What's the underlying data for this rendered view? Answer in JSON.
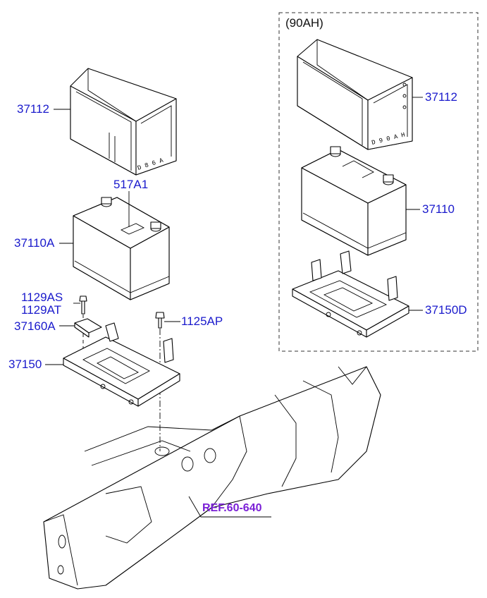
{
  "variant_box": {
    "title": "(90AH)"
  },
  "labels": {
    "cover_main": "37112",
    "terminal": "517A1",
    "battery_main": "37110A",
    "bolt_as": "1129AS",
    "bolt_at": "1129AT",
    "clamp": "37160A",
    "bolt_ap": "1125AP",
    "tray_main": "37150",
    "cover_90ah": "37112",
    "battery_90ah": "37110",
    "tray_90ah": "37150D",
    "reference": "REF.60-640"
  },
  "colors": {
    "part_label": "#1a1acc",
    "reference_label": "#7a1fd6",
    "line": "#000000"
  }
}
